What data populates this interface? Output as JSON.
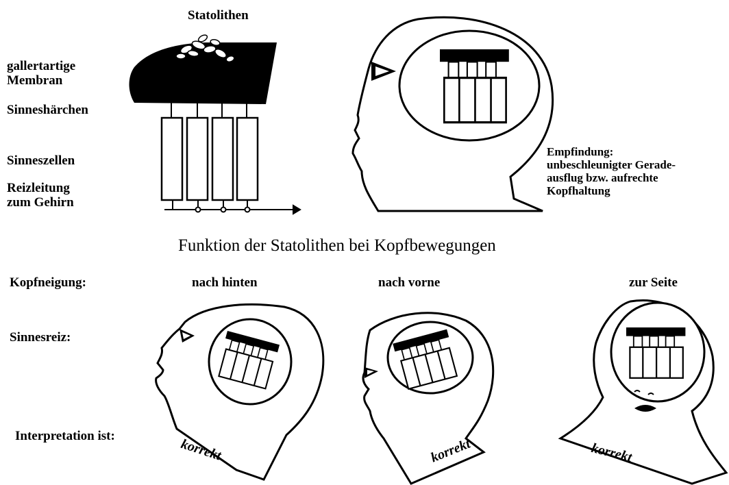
{
  "top_labels": {
    "statolithen": "Statolithen",
    "membrane": "gallertartige\nMembran",
    "hairs": "Sinneshärchen",
    "cells": "Sinneszellen",
    "conduction": "Reizleitung\nzum Gehirn",
    "sensation": "Empfindung:\nunbeschleunigter Gerade-\nausflug bzw. aufrechte\nKopfhaltung"
  },
  "title": "Funktion der Statolithen bei Kopfbewegungen",
  "row_labels": {
    "tilt": "Kopfneigung:",
    "stimulus": "Sinnesreiz:",
    "interpretation": "Interpretation ist:"
  },
  "columns": [
    {
      "tilt": "nach hinten",
      "interpretation": "korrekt"
    },
    {
      "tilt": "nach vorne",
      "interpretation": "korrekt"
    },
    {
      "tilt": "zur Seite",
      "interpretation": "korrekt"
    }
  ]
}
